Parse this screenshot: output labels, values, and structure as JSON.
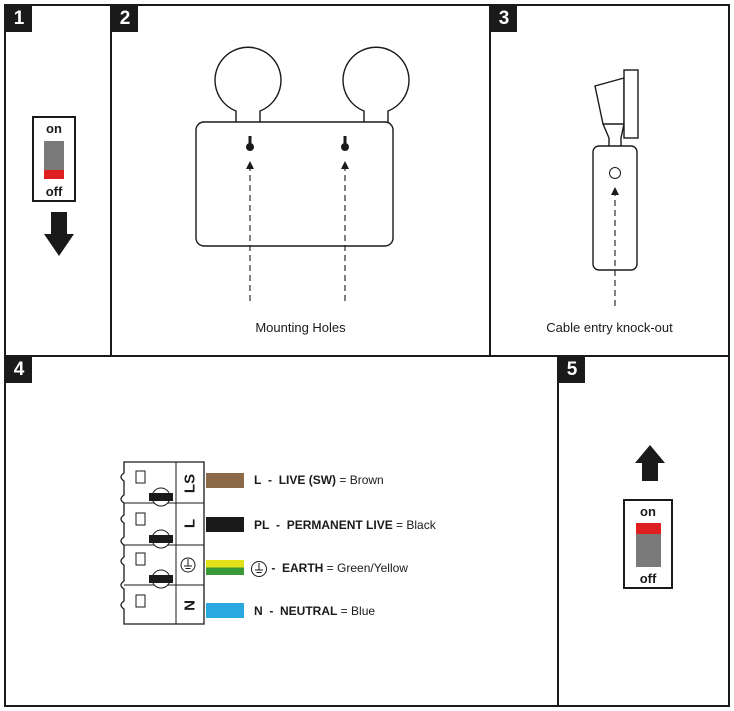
{
  "panels": [
    {
      "number": "1"
    },
    {
      "number": "2",
      "caption": "Mounting Holes"
    },
    {
      "number": "3",
      "caption": "Cable entry knock-out"
    },
    {
      "number": "4"
    },
    {
      "number": "5"
    }
  ],
  "switch": {
    "on_label": "on",
    "off_label": "off"
  },
  "terminal_letters": [
    "LS",
    "L",
    "N"
  ],
  "wires": [
    {
      "code": "L",
      "name": "LIVE (SW)",
      "color_name": "Brown",
      "color": "#8b6a4a"
    },
    {
      "code": "PL",
      "name": "PERMANENT LIVE",
      "color_name": "Black",
      "color": "#1a1a1a"
    },
    {
      "code": "",
      "name": "EARTH",
      "color_name": "Green/Yellow",
      "color": "#e3e21a",
      "color2": "#3a9a3a"
    },
    {
      "code": "N",
      "name": "NEUTRAL",
      "color_name": "Blue",
      "color": "#29a9e0"
    }
  ],
  "colors": {
    "off_red": "#e02020",
    "on_red": "#e02020",
    "grey": "#7a7a7a",
    "ink": "#1a1a1a"
  }
}
